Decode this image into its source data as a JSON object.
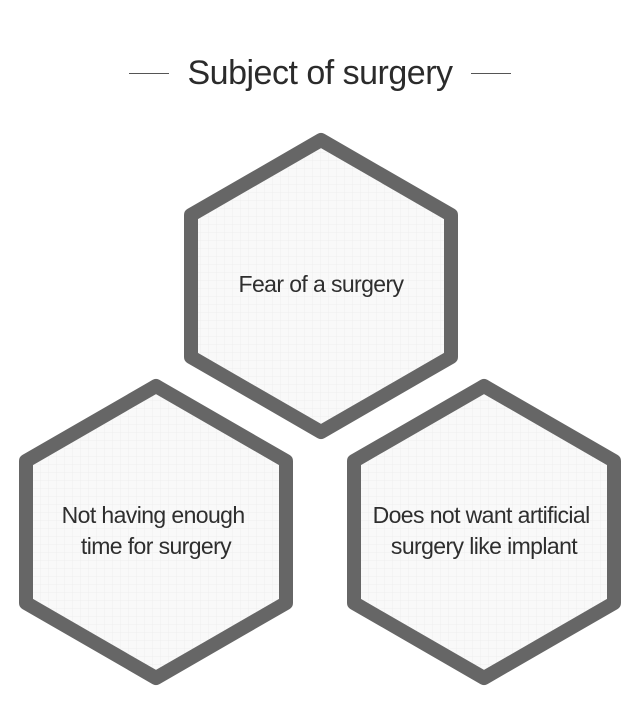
{
  "heading": {
    "title": "Subject of surgery"
  },
  "hexagons": [
    {
      "id": "fear",
      "lines": [
        "Fear of a surgery"
      ]
    },
    {
      "id": "time",
      "lines": [
        "Not having enough",
        "time for surgery"
      ]
    },
    {
      "id": "artificial",
      "lines": [
        "Does not want artificial",
        "surgery like implant"
      ]
    }
  ],
  "colors": {
    "border": "#666666",
    "fill": "#f9f9f9",
    "grid": "#eeeeee",
    "text": "#2e2e2e"
  }
}
